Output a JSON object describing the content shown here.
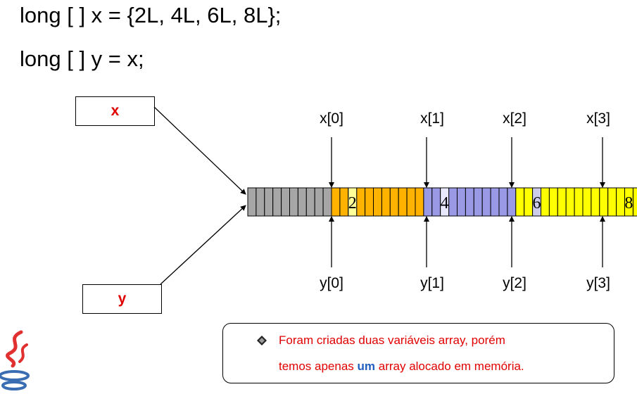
{
  "code": {
    "line1": "long [ ] x = {2L, 4L, 6L, 8L};",
    "line2": "long [ ] y = x;"
  },
  "boxes": {
    "x_label": "x",
    "y_label": "y"
  },
  "array": {
    "values": [
      "2",
      "4",
      "6",
      "8"
    ],
    "top_labels": [
      "x[0]",
      "x[1]",
      "x[2]",
      "x[3]"
    ],
    "bottom_labels": [
      "y[0]",
      "y[1]",
      "y[2]",
      "y[3]"
    ],
    "colors": {
      "header": "#a6a6a6",
      "elem0": "#ffb300",
      "elem1": "#9999e6",
      "elem2": "#ffff00",
      "elem3": "#ffff00"
    }
  },
  "note": {
    "line1": "Foram criadas duas variáveis array, porém",
    "line2_before": "temos apenas ",
    "line2_highlight": "um",
    "line2_after": " array alocado em memória."
  },
  "logo": {
    "icon": "java-logo-icon"
  }
}
